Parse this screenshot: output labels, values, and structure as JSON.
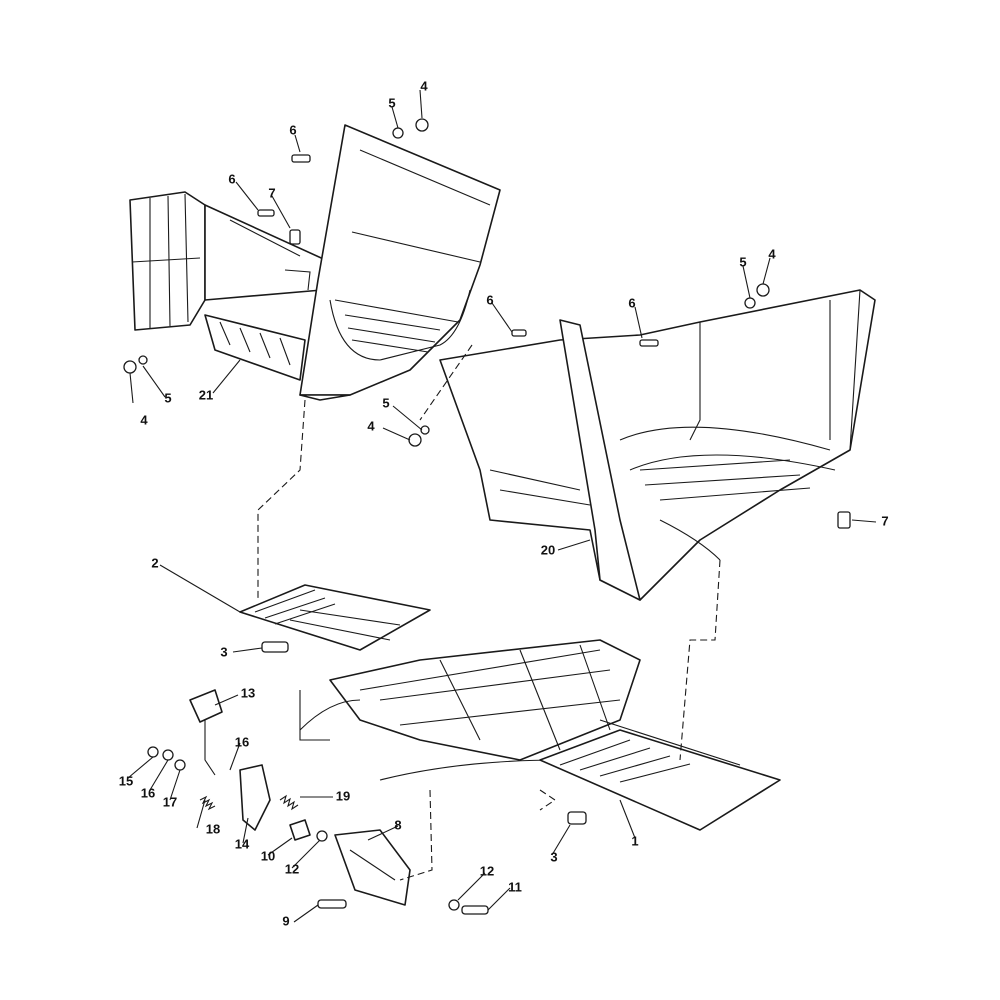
{
  "diagram": {
    "callouts": [
      {
        "id": "c1",
        "text": "1"
      },
      {
        "id": "c2",
        "text": "2"
      },
      {
        "id": "c3a",
        "text": "3"
      },
      {
        "id": "c3b",
        "text": "3"
      },
      {
        "id": "c4a",
        "text": "4"
      },
      {
        "id": "c4b",
        "text": "4"
      },
      {
        "id": "c4c",
        "text": "4"
      },
      {
        "id": "c4d",
        "text": "4"
      },
      {
        "id": "c5a",
        "text": "5"
      },
      {
        "id": "c5b",
        "text": "5"
      },
      {
        "id": "c5c",
        "text": "5"
      },
      {
        "id": "c5d",
        "text": "5"
      },
      {
        "id": "c6a",
        "text": "6"
      },
      {
        "id": "c6b",
        "text": "6"
      },
      {
        "id": "c6c",
        "text": "6"
      },
      {
        "id": "c6d",
        "text": "6"
      },
      {
        "id": "c7a",
        "text": "7"
      },
      {
        "id": "c7b",
        "text": "7"
      },
      {
        "id": "c8",
        "text": "8"
      },
      {
        "id": "c9",
        "text": "9"
      },
      {
        "id": "c10",
        "text": "10"
      },
      {
        "id": "c11",
        "text": "11"
      },
      {
        "id": "c12a",
        "text": "12"
      },
      {
        "id": "c12b",
        "text": "12"
      },
      {
        "id": "c13",
        "text": "13"
      },
      {
        "id": "c14",
        "text": "14"
      },
      {
        "id": "c15",
        "text": "15"
      },
      {
        "id": "c16a",
        "text": "16"
      },
      {
        "id": "c16b",
        "text": "16"
      },
      {
        "id": "c17",
        "text": "17"
      },
      {
        "id": "c18",
        "text": "18"
      },
      {
        "id": "c19",
        "text": "19"
      },
      {
        "id": "c20",
        "text": "20"
      },
      {
        "id": "c21",
        "text": "21"
      }
    ]
  }
}
